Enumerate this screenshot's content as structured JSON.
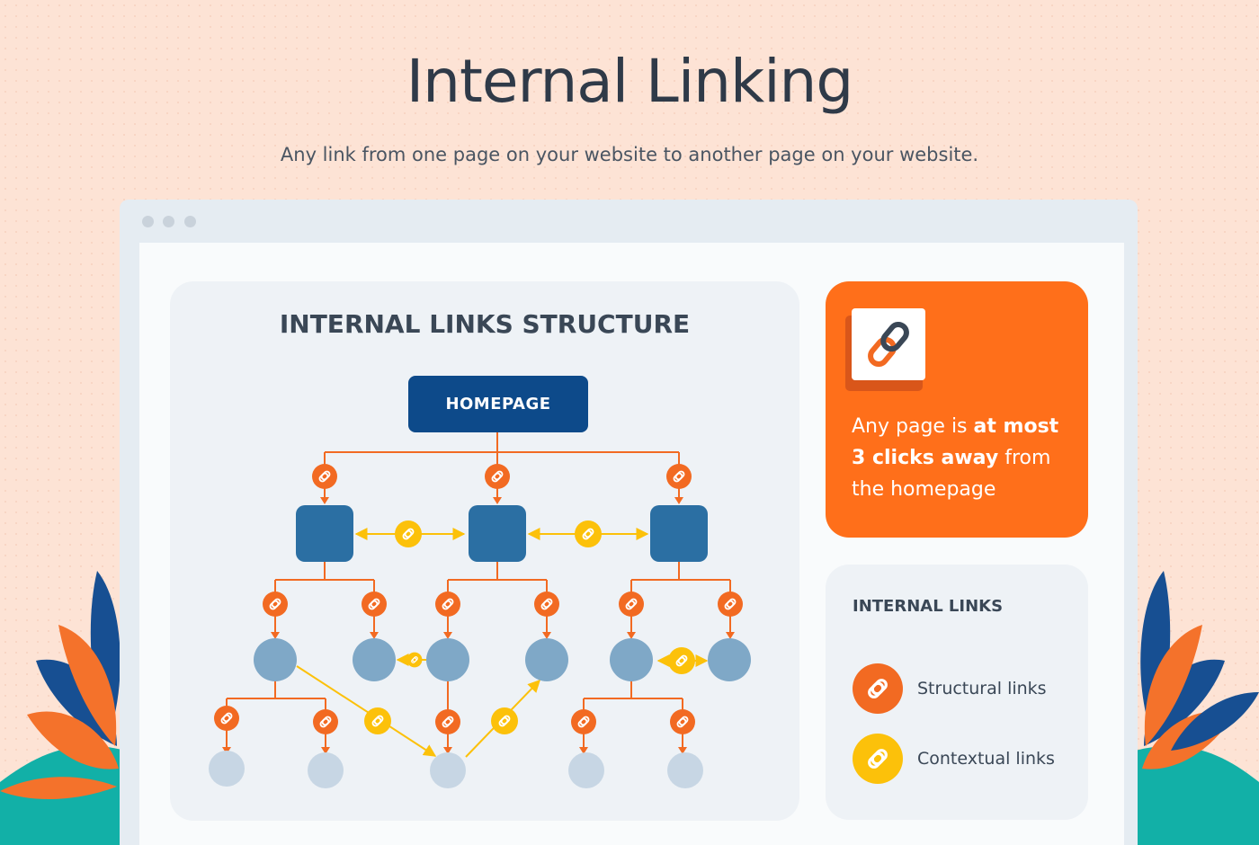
{
  "page": {
    "title": "Internal Linking",
    "subtitle": "Any link from one page on your website to another page on your website."
  },
  "diagram": {
    "title": "INTERNAL LINKS STRUCTURE",
    "root_label": "HOMEPAGE"
  },
  "callout": {
    "text_part1": "Any page is ",
    "text_bold": "at most 3 clicks away",
    "text_part2": " from the homepage"
  },
  "legend": {
    "title": "INTERNAL LINKS",
    "items": [
      {
        "label": "Structural links",
        "color": "#f26a22",
        "icon": "link-icon"
      },
      {
        "label": "Contextual links",
        "color": "#fcc10a",
        "icon": "link-icon"
      }
    ]
  },
  "colors": {
    "background": "#fde3d5",
    "homepage": "#0d4a8a",
    "level1": "#2b6fa3",
    "level2": "#7fa8c7",
    "level3": "#c7d6e4",
    "structural": "#f26a22",
    "contextual": "#fcc10a",
    "accent": "#ff6f1a"
  }
}
